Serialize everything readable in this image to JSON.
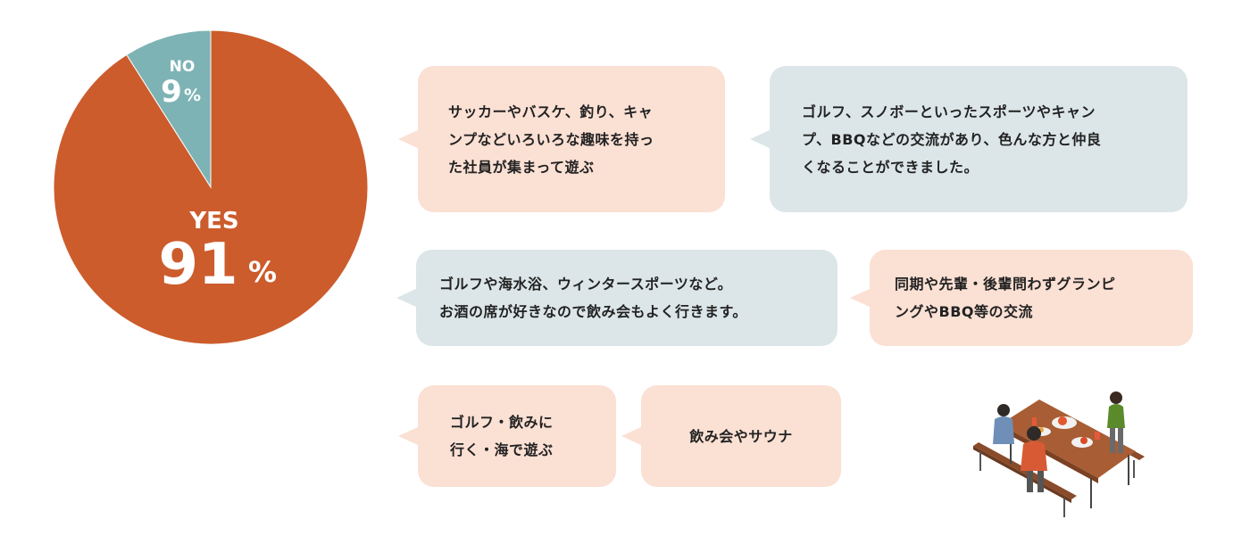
{
  "chart_data": {
    "type": "pie",
    "title": "",
    "slices": [
      {
        "label": "YES",
        "value": 91,
        "display": "91",
        "unit": "%",
        "color": "#cc5c2c"
      },
      {
        "label": "NO",
        "value": 9,
        "display": "9",
        "unit": "%",
        "color": "#7eb3b5"
      }
    ],
    "legend": "none"
  },
  "comments": [
    {
      "id": "b1",
      "style": "peach",
      "text": "サッカーやバスケ、釣り、キャ\nンプなどいろいろな趣味を持っ\nた社員が集まって遊ぶ"
    },
    {
      "id": "b2",
      "style": "gray",
      "text": "ゴルフ、スノボーといったスポーツやキャン\nプ、BBQなどの交流があり、色んな方と仲良\nくなることができました。"
    },
    {
      "id": "b3",
      "style": "gray",
      "text": "ゴルフや海水浴、ウィンタースポーツなど。\nお酒の席が好きなので飲み会もよく行きます。"
    },
    {
      "id": "b4",
      "style": "peach",
      "text": "同期や先輩・後輩問わずグランピ\nングやBBQ等の交流"
    },
    {
      "id": "b5",
      "style": "peach",
      "text": "ゴルフ・飲みに\n行く・海で遊ぶ"
    },
    {
      "id": "b6",
      "style": "peach",
      "text": "飲み会やサウナ"
    }
  ],
  "illustration": {
    "icon": "bbq-picnic-table-illustration"
  }
}
